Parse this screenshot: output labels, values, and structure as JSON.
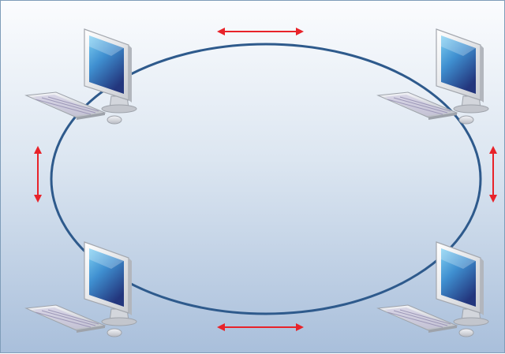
{
  "diagram": {
    "type": "ring-network",
    "nodes": [
      {
        "id": "computer-top-left",
        "icon": "desktop-computer-icon"
      },
      {
        "id": "computer-top-right",
        "icon": "desktop-computer-icon"
      },
      {
        "id": "computer-bottom-left",
        "icon": "desktop-computer-icon"
      },
      {
        "id": "computer-bottom-right",
        "icon": "desktop-computer-icon"
      }
    ],
    "links": [
      {
        "id": "arrow-top",
        "icon": "double-arrow-icon",
        "direction": "horizontal"
      },
      {
        "id": "arrow-right",
        "icon": "double-arrow-icon",
        "direction": "vertical"
      },
      {
        "id": "arrow-bottom",
        "icon": "double-arrow-icon",
        "direction": "horizontal"
      },
      {
        "id": "arrow-left",
        "icon": "double-arrow-icon",
        "direction": "vertical"
      }
    ],
    "colors": {
      "ring": "#2e5a8c",
      "arrow": "#e8232a",
      "background_top": "#fbfcfe",
      "background_bottom": "#a9bfdb",
      "screen": "#3f8fd0"
    }
  }
}
